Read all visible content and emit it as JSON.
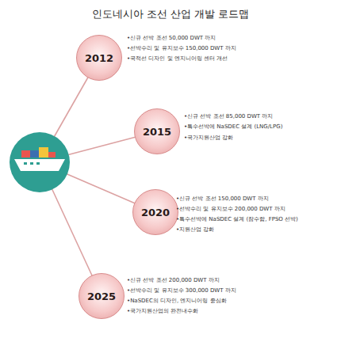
{
  "diagram": {
    "title": "인도네시아 조선 산업 개발 로드맵",
    "nodes": [
      {
        "text": [
          "2012"
        ]
      },
      {
        "text": [
          "2015"
        ]
      },
      {
        "text": [
          "2020"
        ]
      },
      {
        "text": [
          "2025"
        ]
      }
    ],
    "labels": [
      "•신규 선박 조선 50,000 DWT 까지",
      "•선박수리 및 유지보수 150,000 DWT 까지",
      "•국적선 디자인 및 엔지니어링 센터 개선",
      "•신규 선박 조선 85,000 DWT 까지",
      "•특수선박에 NaSDEC 설계 (LNG/LPG)",
      "•국가지원산업 강화",
      "•신규 선박 조선 150,000 DWT 까지",
      "•선박수리 및 유지보수 200,000 DWT 까지",
      "•특수선박에 NaSDEC 설계 (잠수함, FPSO 선박)",
      "•지원산업 강화",
      "•신규 선박 조선 200,000 DWT 까지",
      "•선박수리 및 유지보수 300,000 DWT 까지",
      "•NaSDEC의 디자인, 엔지니어링 중심화",
      "•국가지원산업의 완전내수화"
    ]
  }
}
